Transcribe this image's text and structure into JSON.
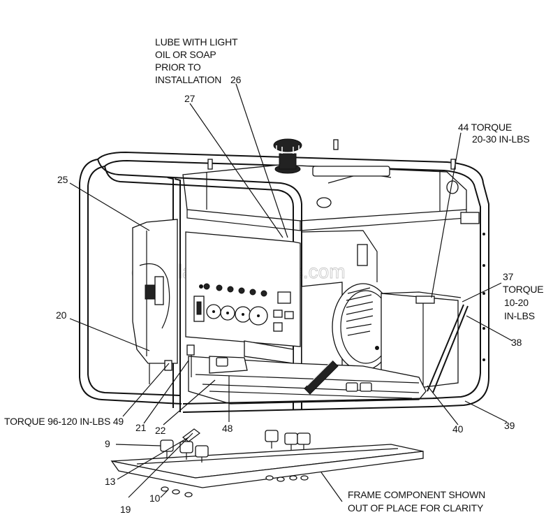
{
  "watermark": "eReplacementParts.com",
  "notes": {
    "lube": [
      "LUBE WITH LIGHT",
      "OIL OR SOAP",
      "PRIOR TO",
      "INSTALLATION"
    ],
    "torque44": [
      "44 TORQUE",
      "20-30 IN-LBS"
    ],
    "torque37": [
      "37",
      "TORQUE",
      "10-20",
      "IN-LBS"
    ],
    "torque49": "TORQUE 96-120 IN-LBS 49",
    "frame": [
      "FRAME COMPONENT SHOWN",
      "OUT OF PLACE FOR CLARITY"
    ]
  },
  "callouts": {
    "p25": "25",
    "p27": "27",
    "p26": "26",
    "p20": "20",
    "p38": "38",
    "p21": "21",
    "p22": "22",
    "p48": "48",
    "p40": "40",
    "p39": "39",
    "p9": "9",
    "p13": "13",
    "p19": "19",
    "p10": "10"
  }
}
